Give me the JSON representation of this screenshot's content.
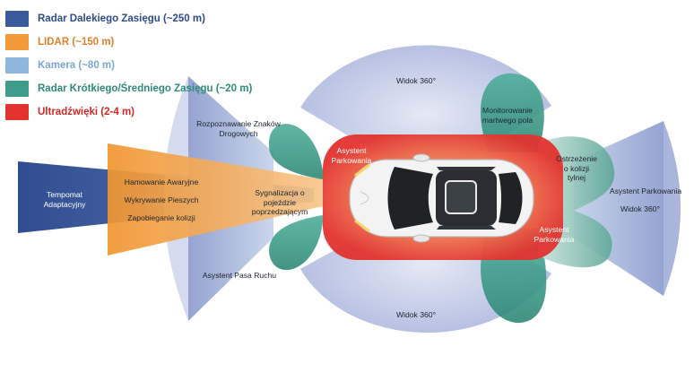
{
  "legend": [
    {
      "label": "Radar Dalekiego Zasięgu (~250 m)",
      "color": "#3b5a9c",
      "text_color": "#2e4b8c"
    },
    {
      "label": "LIDAR (~150 m)",
      "color": "#f29a3a",
      "text_color": "#e0812a"
    },
    {
      "label": "Kamera (~80 m)",
      "color": "#8fb6dd",
      "text_color": "#7aa6d2"
    },
    {
      "label": "Radar Krótkiego/Średniego Zasięgu (~20 m)",
      "color": "#3f9c8a",
      "text_color": "#2f8a78"
    },
    {
      "label": "Ultradźwięki (2-4 m)",
      "color": "#e2332f",
      "text_color": "#d12a25"
    }
  ],
  "labels": {
    "tempomat": "Tempomat Adaptacyjny",
    "hamowanie": "Hamowanie Awaryjne",
    "pieszych": "Wykrywanie Pieszych",
    "kolizji": "Zapobieganie kolizji",
    "znakow": "Rozpoznawanie Znaków Drogowych",
    "sygnalizacja": "Sygnalizacja o pojeździe poprzedzającym",
    "pasa": "Asystent Pasa Ruchu",
    "widok_top": "Widok 360°",
    "widok_bottom": "Widok 360°",
    "widok_right": "Widok 360°",
    "martwego": "Monitorowanie martwego pola",
    "asystent_front": "Asystent Parkowania",
    "asystent_rear": "Asystent Parkowania",
    "ostrzezenie": "Ostrzeżenie o kolizji tylnej",
    "asystent_right": "Asystent Parkowania"
  },
  "colors": {
    "long_radar": "#3b5a9c",
    "lidar": "#f29a3a",
    "camera": "#8fb6dd",
    "short_radar": "#3f9c8a",
    "ultrasonic": "#e2332f",
    "car_body": "#f2f2f2",
    "car_glass": "#1f2326"
  }
}
